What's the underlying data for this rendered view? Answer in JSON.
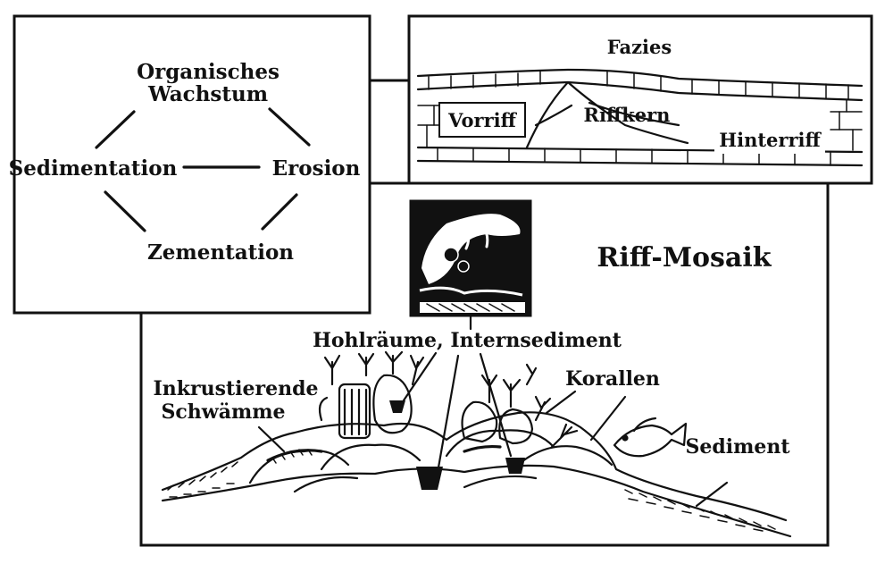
{
  "cycle": {
    "organic_growth_line1": "Organisches",
    "organic_growth_line2": "Wachstum",
    "sedimentation": "Sedimentation",
    "erosion": "Erosion",
    "cementation": "Zementation"
  },
  "facies": {
    "title": "Fazies",
    "fore_reef": "Vorriff",
    "reef_core": "Riffkern",
    "back_reef": "Hinterriff"
  },
  "mosaic": {
    "title": "Riff-Mosaik",
    "cavities": "Hohlräume, Internsediment",
    "sponges_line1": "Inkrustierende",
    "sponges_line2": "Schwämme",
    "corals": "Korallen",
    "sediment": "Sediment"
  },
  "colors": {
    "ink": "#111111",
    "paper": "#ffffff"
  }
}
